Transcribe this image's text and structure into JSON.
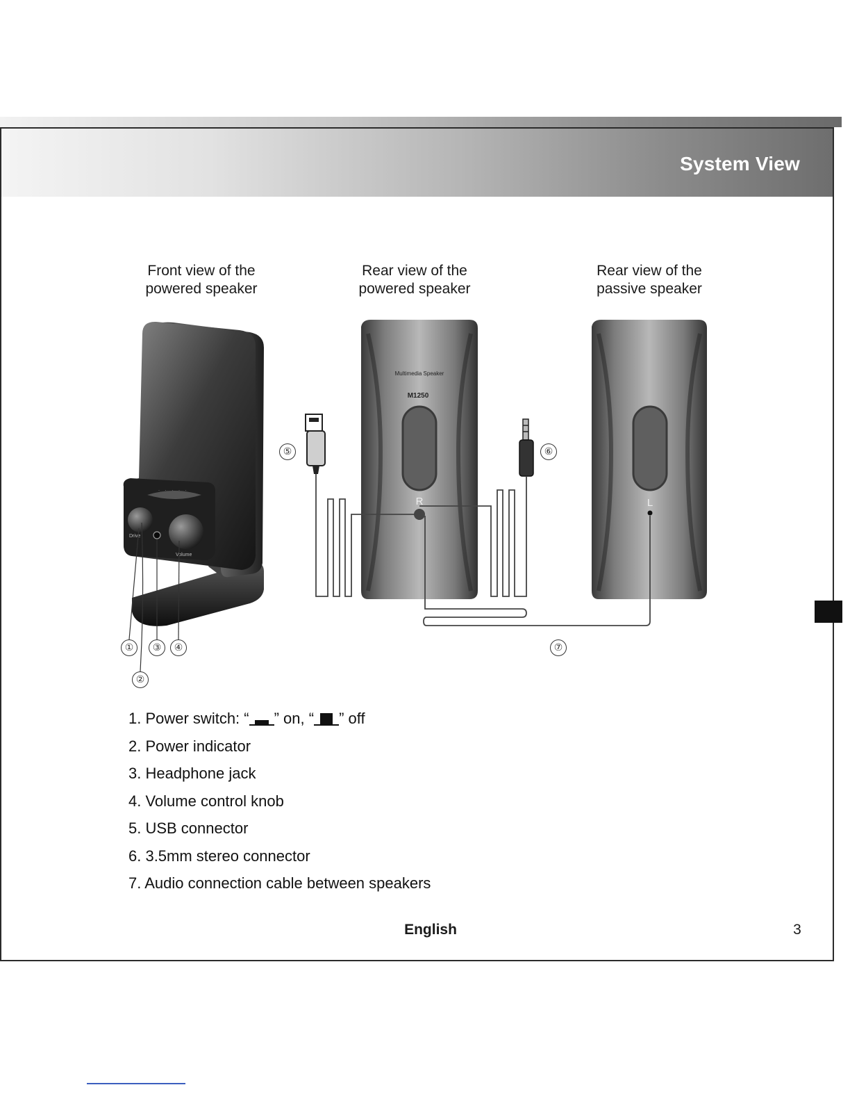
{
  "header": {
    "title": "System View"
  },
  "captions": {
    "front_powered": [
      "Front view of the",
      "powered speaker"
    ],
    "rear_powered": [
      "Rear view of the",
      "powered speaker"
    ],
    "rear_passive": [
      "Rear view of the",
      "passive speaker"
    ]
  },
  "speaker_labels": {
    "brand": "Multimedia Speaker",
    "model": "M1250",
    "right_channel": "R",
    "left_channel": "L",
    "knob_left": "Drive",
    "knob_right": "Volume"
  },
  "callouts": [
    "①",
    "②",
    "③",
    "④",
    "⑤",
    "⑥",
    "⑦"
  ],
  "parts": {
    "item1_prefix": "1. Power switch: “",
    "item1_mid": "” on, “",
    "item1_suffix": "” off",
    "items": [
      "2. Power indicator",
      "3. Headphone jack",
      "4. Volume control knob",
      "5. USB connector",
      "6. 3.5mm stereo connector",
      "7. Audio connection cable between speakers"
    ]
  },
  "footer": {
    "language": "English",
    "page_number": "3"
  },
  "colors": {
    "header_dark": "#6e6e6e",
    "header_light": "#f4f4f4",
    "ink": "#111111"
  }
}
